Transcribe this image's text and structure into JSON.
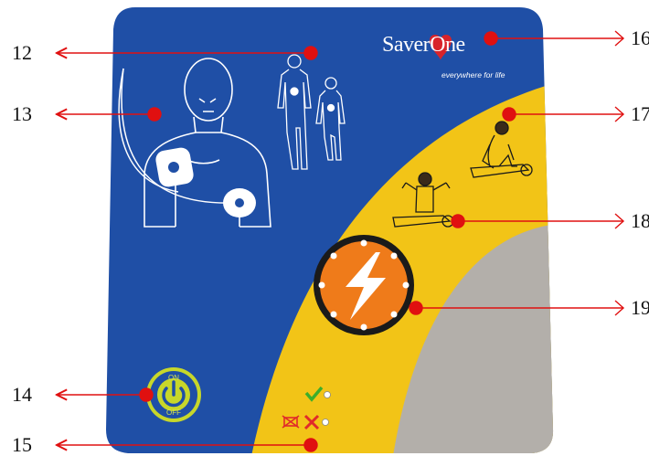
{
  "callouts": {
    "c12": "12",
    "c13": "13",
    "c14": "14",
    "c15": "15",
    "c16": "16",
    "c17": "17",
    "c18": "18",
    "c19": "19"
  },
  "brand": {
    "logo_text": "SaverOne",
    "tagline": "everywhere for life"
  },
  "power_button": {
    "on_label": "ON",
    "off_label": "OFF"
  },
  "colors": {
    "panel_blue": "#1f4fa6",
    "yellow": "#f2c417",
    "gray_area": "#b3afaa",
    "shock_orange": "#ef7b1a",
    "callout_red": "#e01010",
    "power_green": "#c7d72a",
    "status_ok_green": "#3cae2b",
    "status_fault_red": "#e02a2a"
  }
}
